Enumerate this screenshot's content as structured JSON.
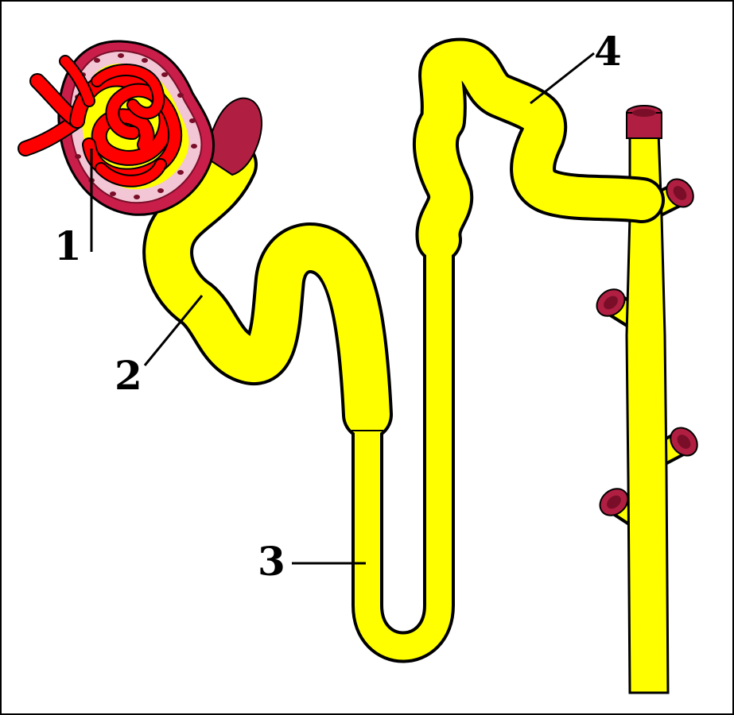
{
  "labels": [
    {
      "id": "1",
      "text": "1"
    },
    {
      "id": "2",
      "text": "2"
    },
    {
      "id": "3",
      "text": "3"
    },
    {
      "id": "4",
      "text": "4"
    }
  ],
  "colors": {
    "tubule": "#ffff00",
    "outline": "#000000",
    "capillary": "#ff0000",
    "capsule": "#c91e4a",
    "capsule_inner": "#f2c6d4",
    "duct_opening": "#b01f42",
    "background": "#ffffff"
  }
}
